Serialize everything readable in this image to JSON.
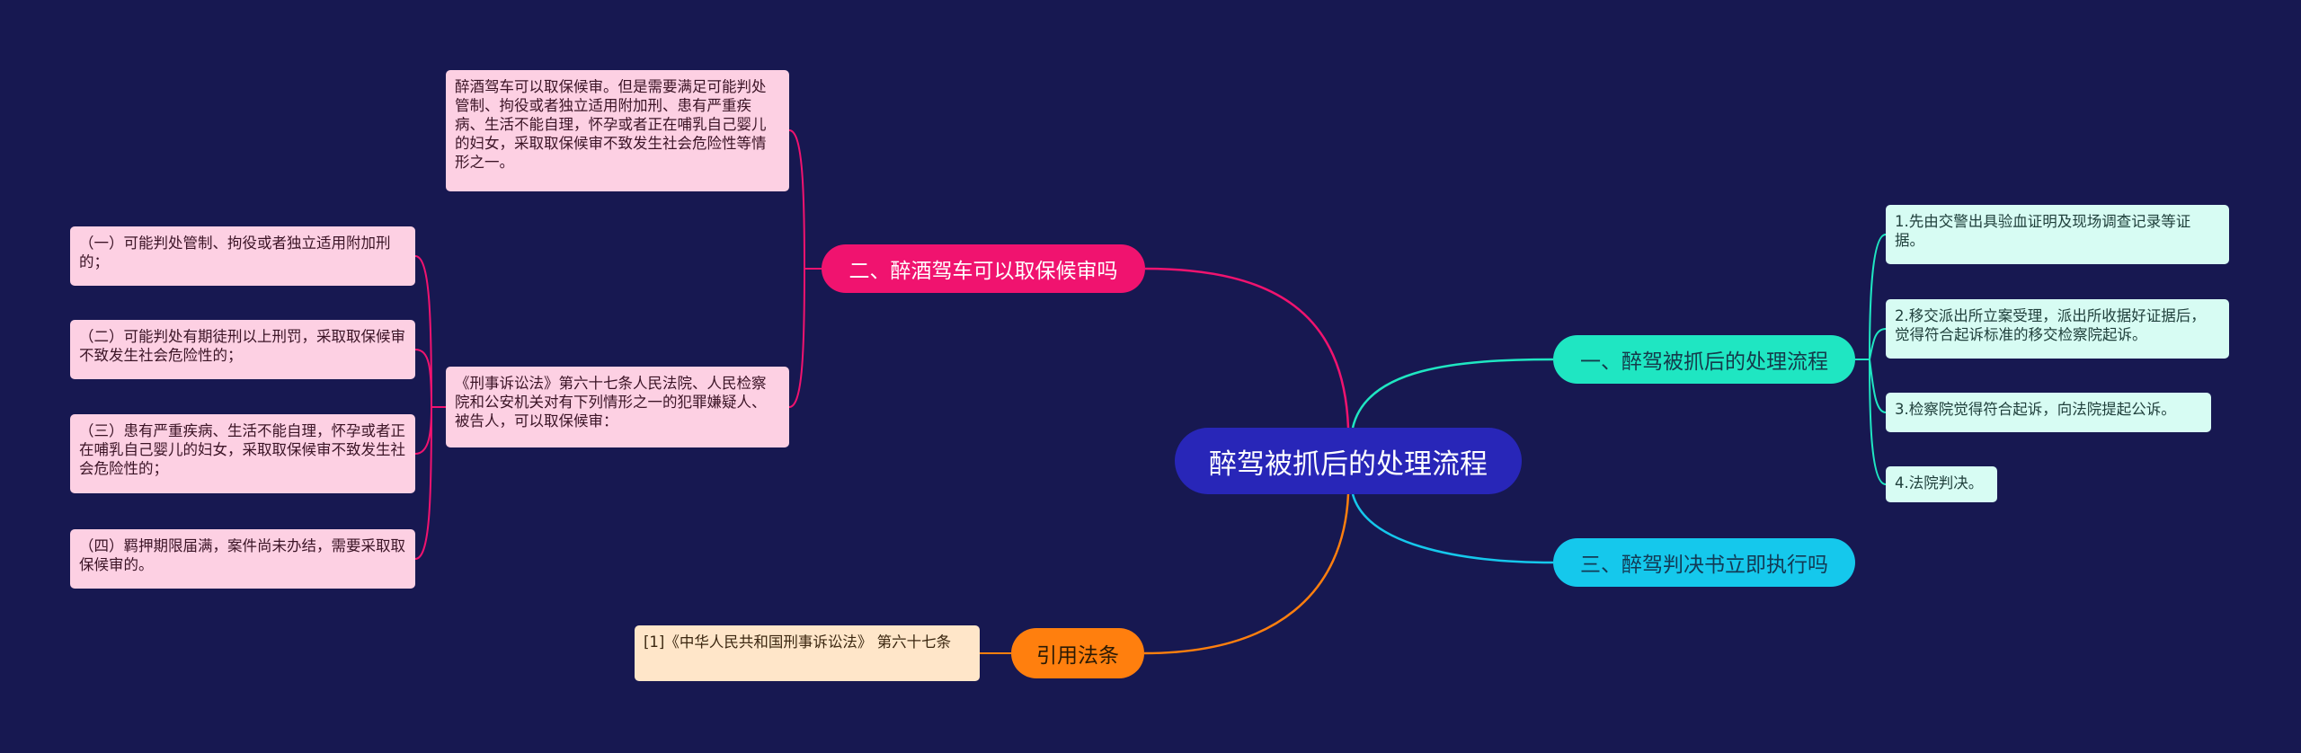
{
  "mindmap": {
    "root": "醉驾被抓后的处理流程",
    "branch1": {
      "label": "一、醉驾被抓后的处理流程",
      "items": [
        "1.先由交警出具验血证明及现场调查记录等证据。",
        "2.移交派出所立案受理，派出所收据好证据后，觉得符合起诉标准的移交检察院起诉。",
        "3.检察院觉得符合起诉，向法院提起公诉。",
        "4.法院判决。"
      ]
    },
    "branch2": {
      "label": "二、醉酒驾车可以取保候审吗",
      "note1": "醉酒驾车可以取保候审。但是需要满足可能判处管制、拘役或者独立适用附加刑、患有严重疾病、生活不能自理，怀孕或者正在哺乳自己婴儿的妇女，采取取保候审不致发生社会危险性等情形之一。",
      "note2": "《刑事诉讼法》第六十七条人民法院、人民检察院和公安机关对有下列情形之一的犯罪嫌疑人、被告人，可以取保候审：",
      "sub": [
        "（一）可能判处管制、拘役或者独立适用附加刑的；",
        "（二）可能判处有期徒刑以上刑罚，采取取保候审不致发生社会危险性的；",
        "（三）患有严重疾病、生活不能自理，怀孕或者正在哺乳自己婴儿的妇女，采取取保候审不致发生社会危险性的；",
        "（四）羁押期限届满，案件尚未办结，需要采取取保候审的。"
      ]
    },
    "branch3": {
      "label": "三、醉驾判决书立即执行吗"
    },
    "branch4": {
      "label": "引用法条",
      "items": [
        "[1]《中华人民共和国刑事诉讼法》 第六十七条"
      ]
    }
  },
  "colors": {
    "background": "#171851",
    "root": "#2826b8",
    "branch1": "#1fe6c2",
    "branch2": "#f0136f",
    "branch3": "#15c8ec",
    "branch4": "#ff7f0e"
  }
}
